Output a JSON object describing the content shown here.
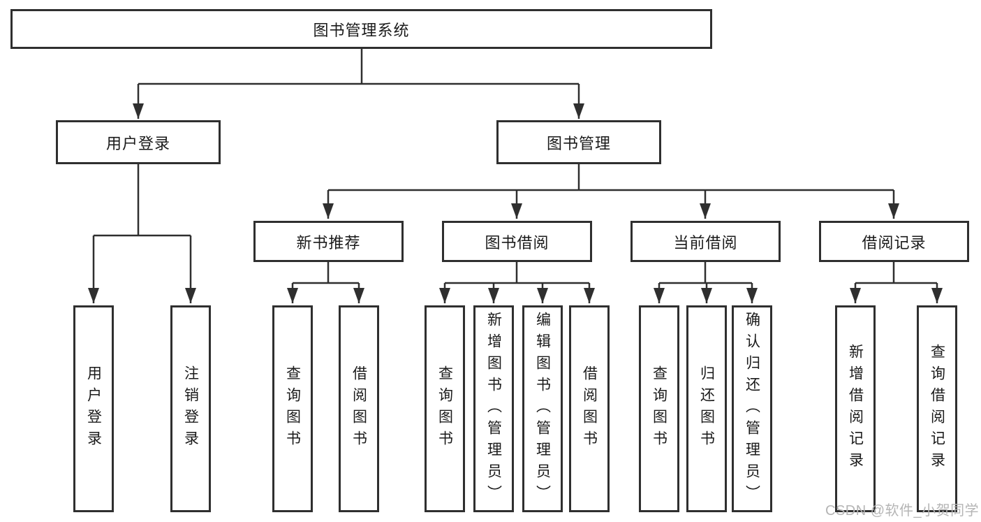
{
  "diagram": {
    "type": "tree",
    "title": "图书管理系统",
    "root": {
      "label": "图书管理系统",
      "children": [
        {
          "label": "用户登录",
          "children": [
            {
              "label": "用户登录"
            },
            {
              "label": "注销登录"
            }
          ]
        },
        {
          "label": "图书管理",
          "children": [
            {
              "label": "新书推荐",
              "children": [
                {
                  "label": "查询图书"
                },
                {
                  "label": "借阅图书"
                }
              ]
            },
            {
              "label": "图书借阅",
              "children": [
                {
                  "label": "查询图书"
                },
                {
                  "label": "新增图书（管理员）"
                },
                {
                  "label": "编辑图书（管理员）"
                },
                {
                  "label": "借阅图书"
                }
              ]
            },
            {
              "label": "当前借阅",
              "children": [
                {
                  "label": "查询图书"
                },
                {
                  "label": "归还图书"
                },
                {
                  "label": "确认归还（管理员）"
                }
              ]
            },
            {
              "label": "借阅记录",
              "children": [
                {
                  "label": "新增借阅记录"
                },
                {
                  "label": "查询借阅记录"
                }
              ]
            }
          ]
        }
      ]
    }
  },
  "watermark": {
    "text": "CSDN @软件_小贺同学"
  },
  "colors": {
    "line": "#333333",
    "box_border": "#2f2f2f",
    "text": "#1a1a1a",
    "watermark": "#b5b5b5",
    "background": "#ffffff"
  }
}
